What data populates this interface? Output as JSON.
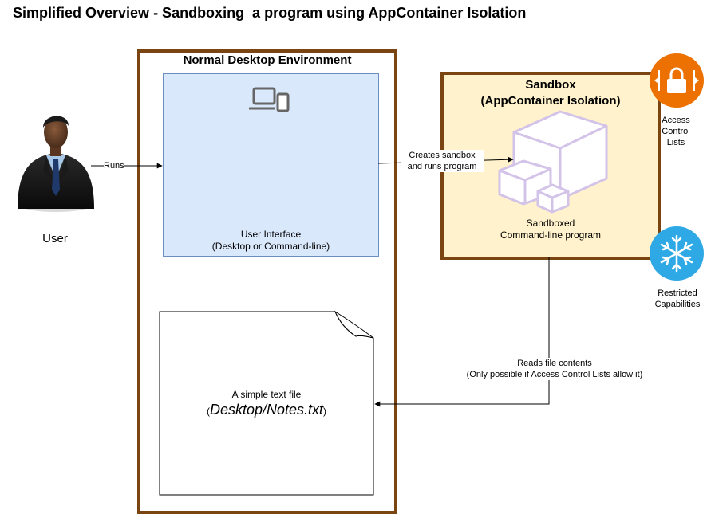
{
  "title": "Simplified Overview - Sandboxing  a program using AppContainer Isolation",
  "environment": {
    "title": "Normal Desktop Environment",
    "ui_label_line1": "User Interface",
    "ui_label_line2": "(Desktop or Command-line)"
  },
  "sandbox": {
    "title_line1": "Sandbox",
    "title_line2": "(AppContainer Isolation)",
    "program_line1": "Sandboxed",
    "program_line2": "Command-line program"
  },
  "user": {
    "label": "User"
  },
  "edges": {
    "runs": "Runs",
    "creates_line1": "Creates sandbox",
    "creates_line2": "and runs program",
    "reads_line1": "Reads file contents",
    "reads_line2": "(Only possible if Access Control Lists allow it)"
  },
  "acl": {
    "line1": "Access",
    "line2": "Control",
    "line3": "Lists"
  },
  "restricted": {
    "line1": "Restricted",
    "line2": "Capabilities"
  },
  "file": {
    "label": "A simple text file",
    "path_open": "(",
    "path": "Desktop/Notes.txt",
    "path_close": ")"
  },
  "icons": {
    "user": "user-person-icon",
    "devices": "devices-icon",
    "cubes": "cubes-icon",
    "acl": "padlock-icon",
    "restricted": "snowflake-icon",
    "file": "document-icon"
  },
  "colors": {
    "container_border": "#7a4510",
    "ui_fill": "#dae8fc",
    "sandbox_fill": "#fff2cc",
    "acl_orange": "#ed7100",
    "restricted_blue": "#2fa9e6"
  }
}
